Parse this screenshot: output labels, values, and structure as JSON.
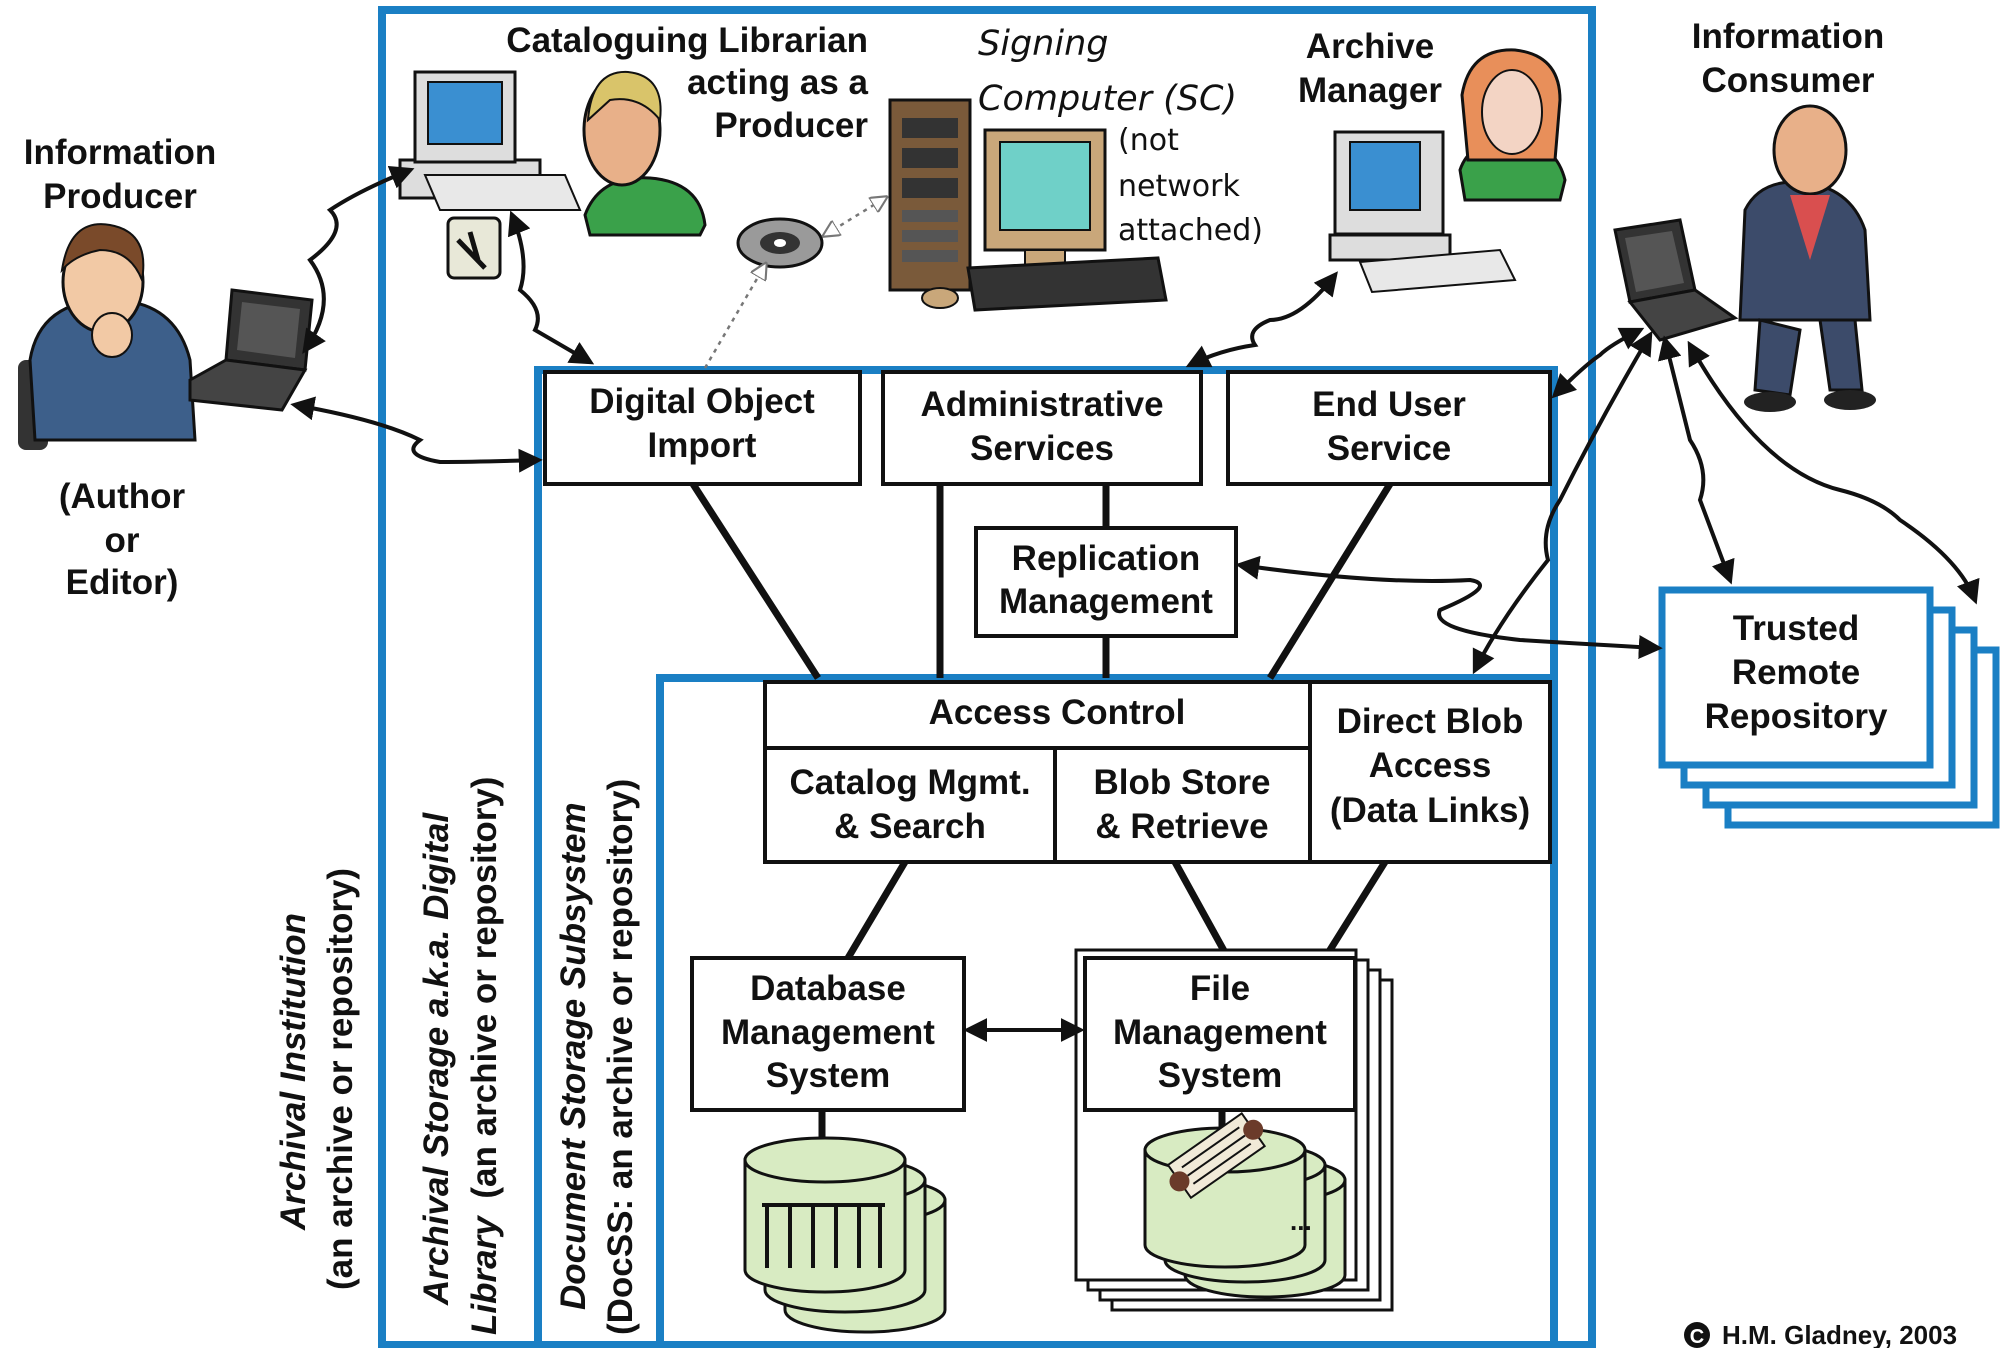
{
  "actors": {
    "producer": {
      "line1": "Information",
      "line2": "Producer",
      "sub1": "(Author",
      "sub2": "or",
      "sub3": "Editor)"
    },
    "librarian": {
      "line1": "Cataloguing Librarian",
      "line2": "acting as a",
      "line3": "Producer"
    },
    "signing": {
      "line1": "Signing",
      "line2": "Computer (SC)",
      "note1": "(not",
      "note2": "network",
      "note3": "attached)"
    },
    "manager": {
      "line1": "Archive",
      "line2": "Manager"
    },
    "consumer": {
      "line1": "Information",
      "line2": "Consumer"
    }
  },
  "services": {
    "import": {
      "line1": "Digital Object",
      "line2": "Import"
    },
    "admin": {
      "line1": "Administrative",
      "line2": "Services"
    },
    "enduser": {
      "line1": "End User",
      "line2": "Service"
    },
    "replication": {
      "line1": "Replication",
      "line2": "Management"
    },
    "access_control": "Access Control",
    "blob_access": {
      "line1": "Direct Blob",
      "line2": "Access",
      "line3": "(Data Links)"
    },
    "catalog": {
      "line1": "Catalog Mgmt.",
      "line2": "& Search"
    },
    "blobstore": {
      "line1": "Blob Store",
      "line2": "& Retrieve"
    },
    "dbms": {
      "line1": "Database",
      "line2": "Management",
      "line3": "System"
    },
    "fms": {
      "line1": "File",
      "line2": "Management",
      "line3": "System"
    },
    "fms_ellipsis": "..."
  },
  "remote": {
    "line1": "Trusted",
    "line2": "Remote",
    "line3": "Repository"
  },
  "vertical_labels": {
    "institution_a": "Archival Institution",
    "institution_b": "(an archive or repository)",
    "storage_a": "Archival Storage a.k.a. Digital",
    "storage_b": "Library",
    "storage_c": "(an archive or repository)",
    "docss_a": "Document Storage Subsystem",
    "docss_b": "(DocSS: an archive or repository)"
  },
  "copyright": {
    "symbol": "C",
    "text": "H.M. Gladney, 2003"
  },
  "colors": {
    "frame": "#1a7fc4",
    "disk": "#d8ebc2",
    "line": "#111111"
  },
  "icons": [
    "person-icon",
    "desktop-computer-icon",
    "laptop-icon",
    "server-tower-icon",
    "cd-disk-icon",
    "database-disk-icon",
    "scroll-icon"
  ]
}
